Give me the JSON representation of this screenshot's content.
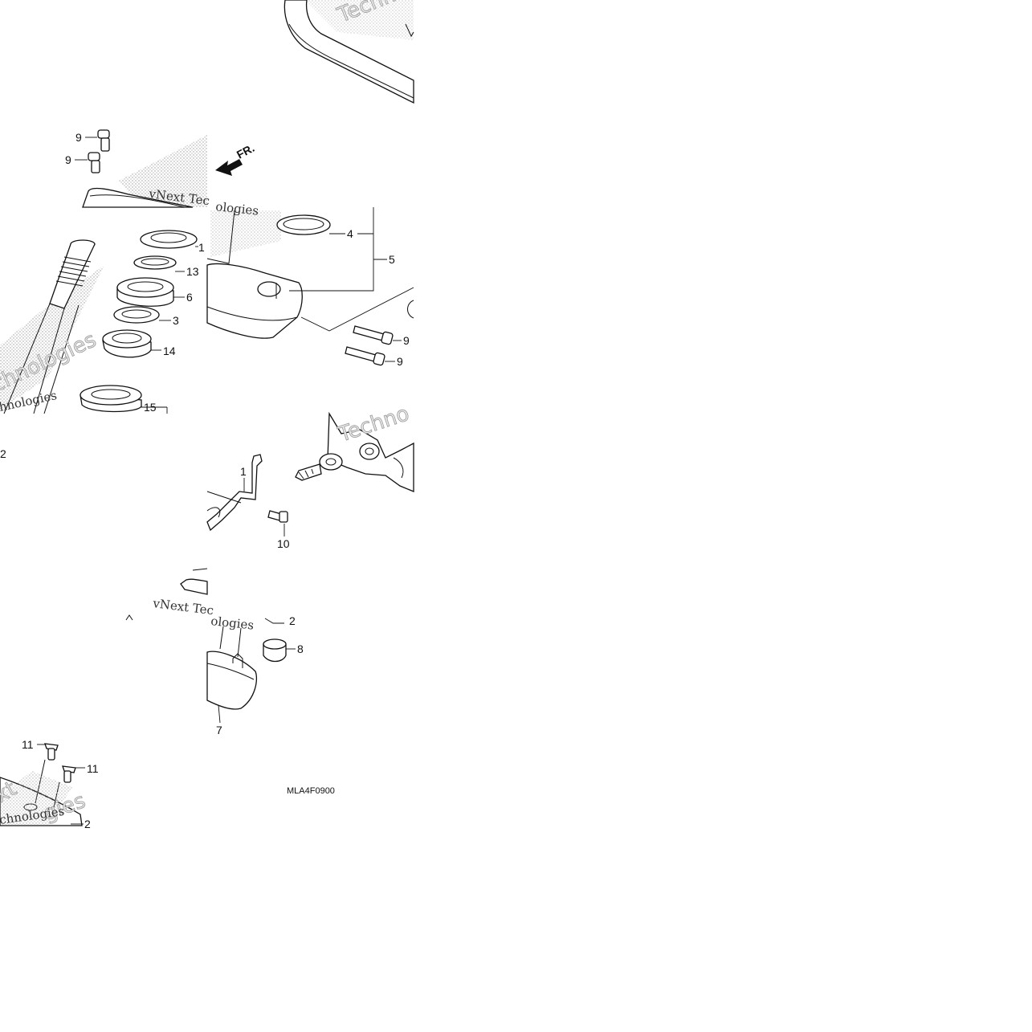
{
  "diagram": {
    "direction_label": "FR.",
    "drawing_code": "MLA4F0900",
    "watermark_fragments": [
      "vNext Tec",
      "hnologies",
      "ologies",
      "Techn",
      "vNext Tec",
      "ologies",
      "xt",
      "chnologies",
      "Techno",
      "gies"
    ],
    "callouts": [
      {
        "id": "c9a",
        "label": "9"
      },
      {
        "id": "c9b",
        "label": "9"
      },
      {
        "id": "c13a",
        "label": "1"
      },
      {
        "id": "c13b",
        "label": "13"
      },
      {
        "id": "c6",
        "label": "6"
      },
      {
        "id": "c3",
        "label": "3"
      },
      {
        "id": "c14",
        "label": "14"
      },
      {
        "id": "c15",
        "label": "15"
      },
      {
        "id": "c2a",
        "label": "2"
      },
      {
        "id": "c4",
        "label": "4"
      },
      {
        "id": "c5",
        "label": "5"
      },
      {
        "id": "c9c",
        "label": "9"
      },
      {
        "id": "c9d",
        "label": "9"
      },
      {
        "id": "c1",
        "label": "1"
      },
      {
        "id": "c10",
        "label": "10"
      },
      {
        "id": "c2b",
        "label": "2"
      },
      {
        "id": "c8",
        "label": "8"
      },
      {
        "id": "c7",
        "label": "7"
      },
      {
        "id": "c11a",
        "label": "11"
      },
      {
        "id": "c11b",
        "label": "11"
      },
      {
        "id": "c2c",
        "label": "2"
      }
    ]
  }
}
